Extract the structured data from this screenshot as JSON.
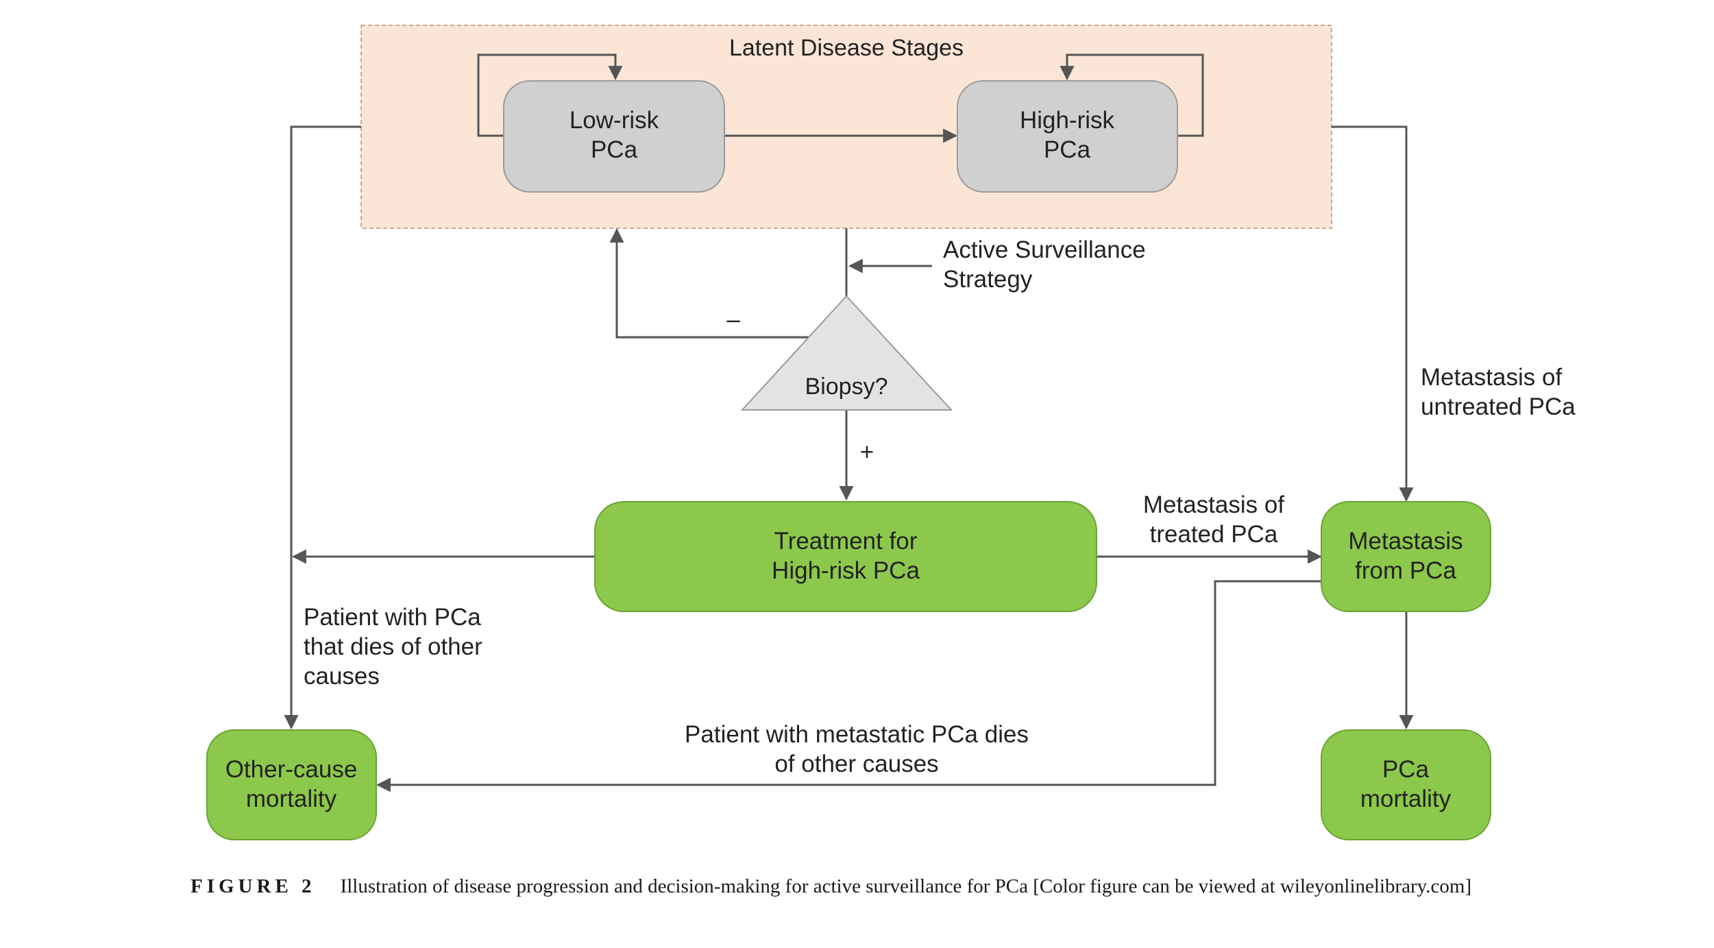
{
  "diagram": {
    "latent_stages_label": "Latent Disease Stages",
    "nodes": {
      "low_risk": [
        "Low-risk",
        "PCa"
      ],
      "high_risk": [
        "High-risk",
        "PCa"
      ],
      "biopsy": "Biopsy?",
      "treatment": [
        "Treatment for",
        "High-risk PCa"
      ],
      "metastasis": [
        "Metastasis",
        "from PCa"
      ],
      "other_cause": [
        "Other-cause",
        "mortality"
      ],
      "pca_mortality": [
        "PCa",
        "mortality"
      ]
    },
    "edge_labels": {
      "active_surveillance": [
        "Active Surveillance",
        "Strategy"
      ],
      "minus": "–",
      "plus": "+",
      "metastasis_untreated": [
        "Metastasis of",
        "untreated PCa"
      ],
      "metastasis_treated": [
        "Metastasis of",
        "treated PCa"
      ],
      "dies_other_causes": [
        "Patient with PCa",
        "that dies of other",
        "causes"
      ],
      "metastatic_dies_other": [
        "Patient with metastatic PCa dies",
        "of other causes"
      ]
    },
    "colors": {
      "latent_fill": "#fbe5d6",
      "grey_node": "#d0d0d0",
      "green_node": "#8cc84b",
      "green_border": "#6aa336",
      "edge": "#555555"
    }
  },
  "caption": {
    "figure_label": "FIGURE 2",
    "text": "Illustration of disease progression and decision-making for active surveillance for PCa [Color figure can be viewed at wileyonlinelibrary.com]"
  }
}
